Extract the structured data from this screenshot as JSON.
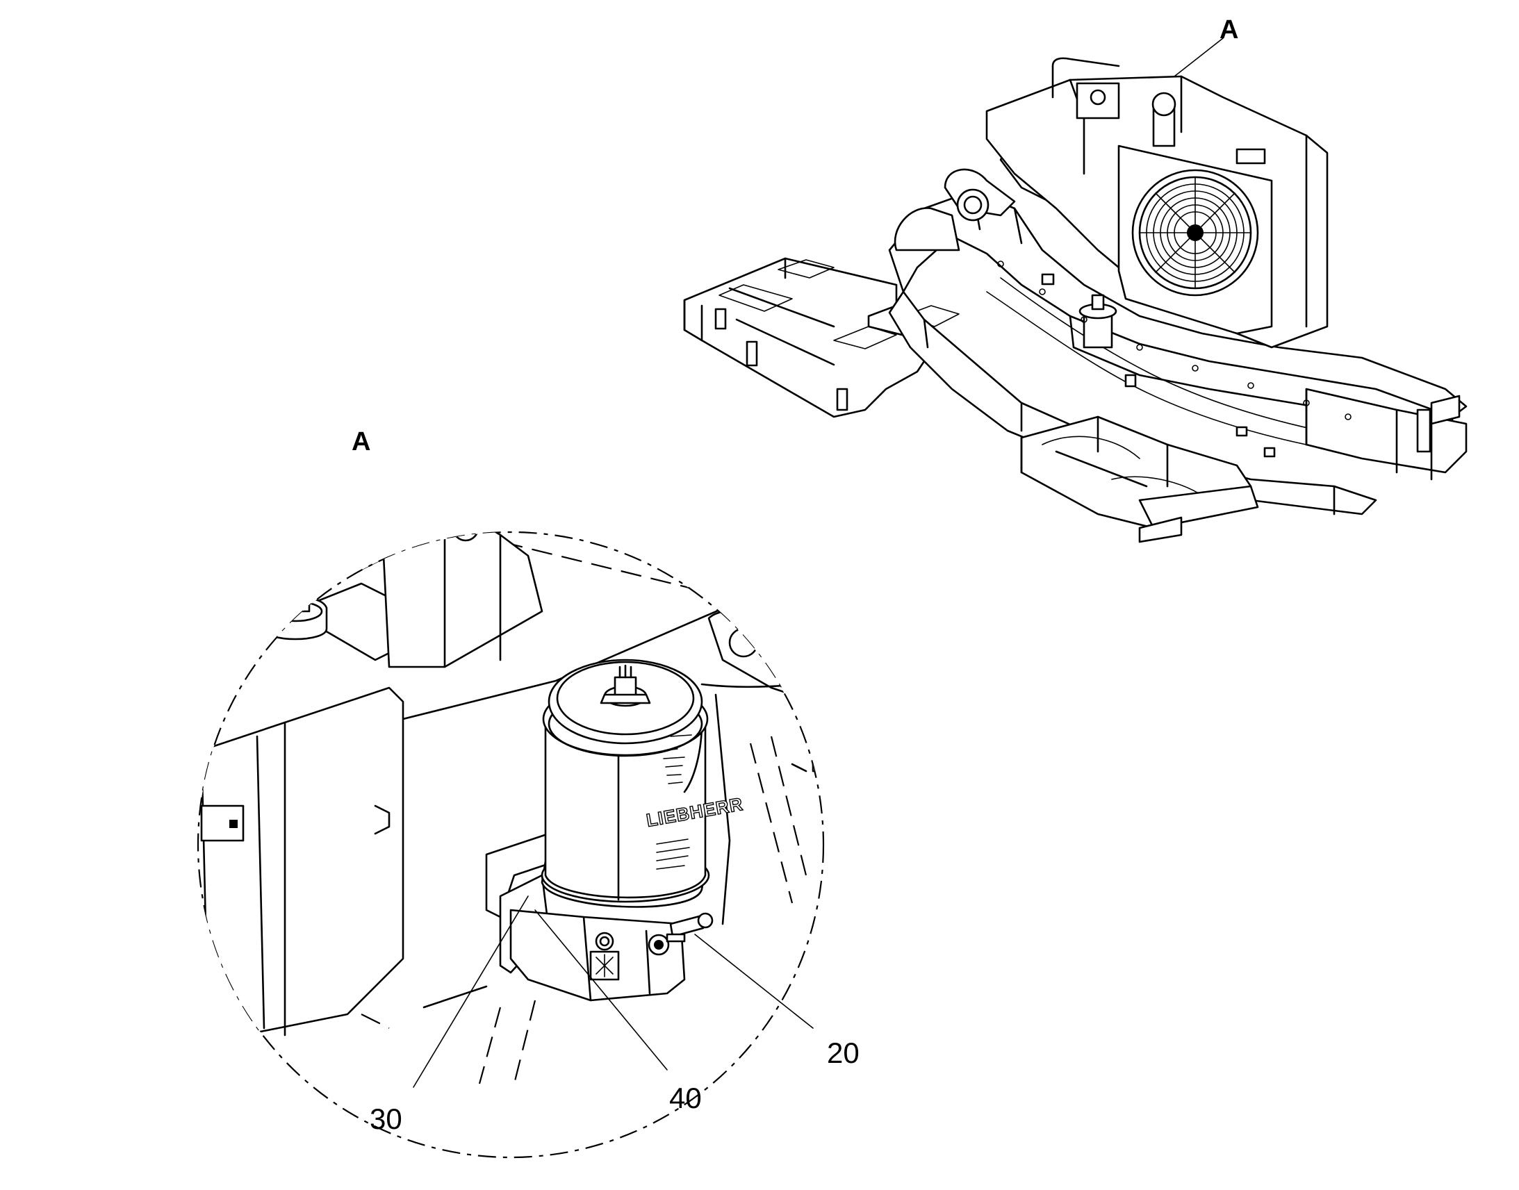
{
  "view_label": "A",
  "detail_label": "A",
  "callouts": [
    {
      "id": "20",
      "text": "20"
    },
    {
      "id": "30",
      "text": "30"
    },
    {
      "id": "40",
      "text": "40"
    }
  ],
  "brand_text": "LIEBHERR",
  "colors": {
    "line": "#000000",
    "background": "#ffffff"
  }
}
